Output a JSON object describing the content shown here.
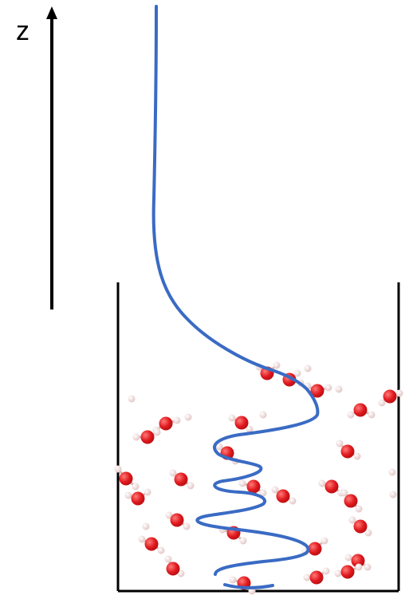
{
  "axis": {
    "label": "z",
    "color": "#000000"
  },
  "colors": {
    "curve": "#3a6bc4",
    "oxygen": "#e0191e",
    "oxygen_highlight": "#ff7a78",
    "hydrogen": "#f3dcdc",
    "hydrogen_edge": "#c9a5a5",
    "container": "#000000"
  },
  "elements": {
    "molecule": "water-molecule",
    "curve": "density-profile-curve"
  }
}
